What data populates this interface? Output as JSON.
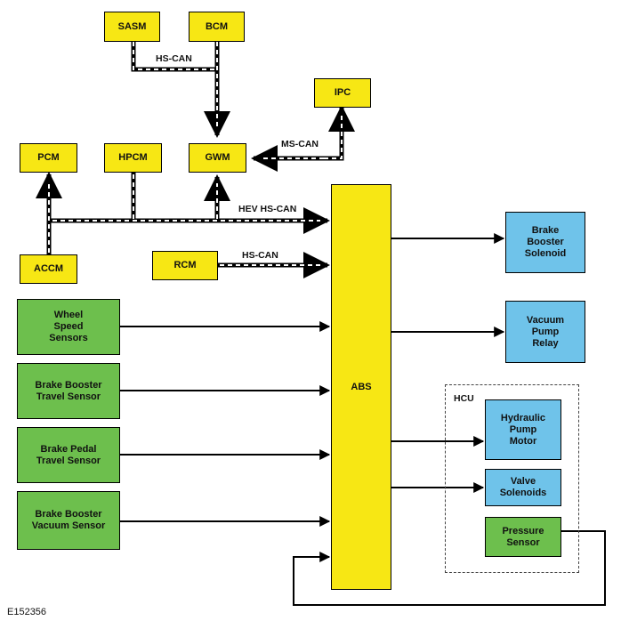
{
  "modules": {
    "sasm": "SASM",
    "bcm": "BCM",
    "ipc": "IPC",
    "pcm": "PCM",
    "hpcm": "HPCM",
    "gwm": "GWM",
    "accm": "ACCM",
    "rcm": "RCM",
    "abs": "ABS"
  },
  "inputs": {
    "wheel_speed": "Wheel\nSpeed\nSensors",
    "booster_travel": "Brake Booster\nTravel Sensor",
    "pedal_travel": "Brake Pedal\nTravel Sensor",
    "booster_vacuum": "Brake Booster\nVacuum Sensor"
  },
  "outputs": {
    "booster_solenoid": "Brake\nBooster\nSolenoid",
    "vacuum_relay": "Vacuum\nPump\nRelay",
    "pump_motor": "Hydraulic\nPump\nMotor",
    "valve_solenoids": "Valve\nSolenoids",
    "pressure_sensor": "Pressure\nSensor"
  },
  "bus_labels": {
    "hs_can_top": "HS-CAN",
    "ms_can": "MS-CAN",
    "hev_hs_can": "HEV HS-CAN",
    "hs_can_rcm": "HS-CAN"
  },
  "hcu_label": "HCU",
  "figure_id": "E152356",
  "colors": {
    "module_yellow": "#f7e714",
    "sensor_green": "#6dbf4d",
    "actuator_blue": "#6fc3ea"
  }
}
